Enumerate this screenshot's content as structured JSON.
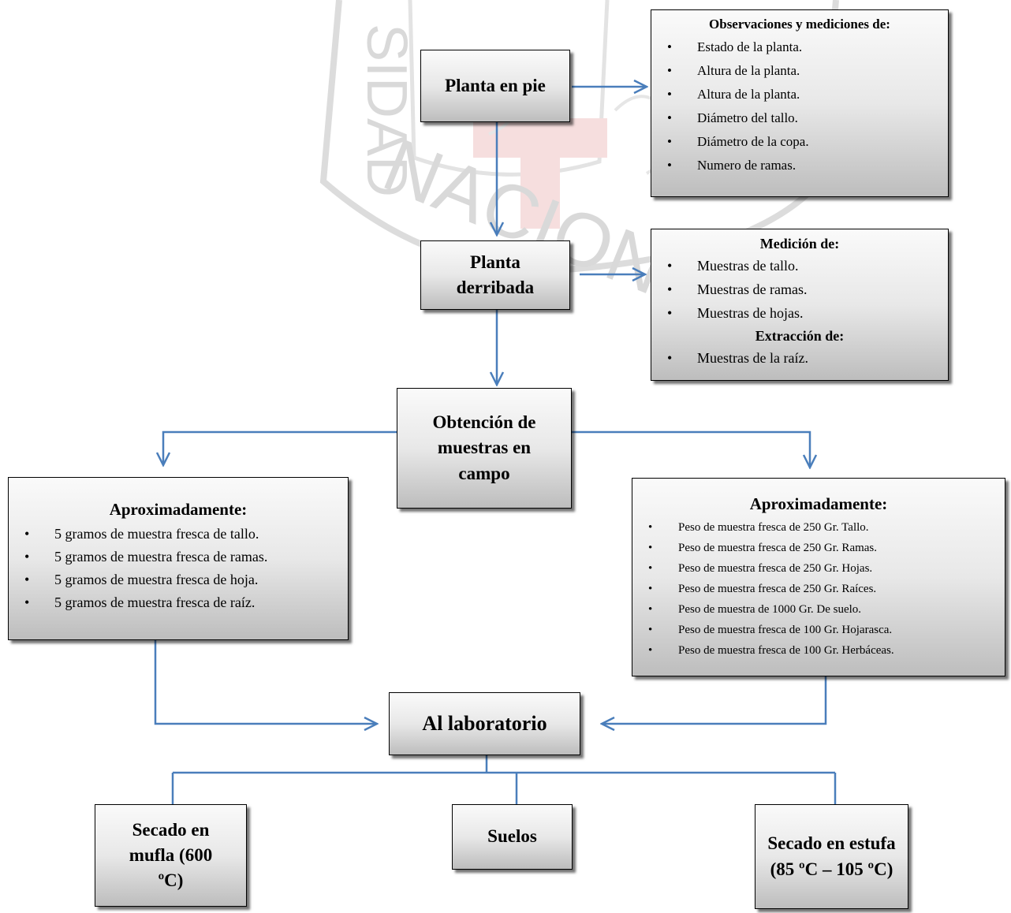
{
  "watermark": {
    "letters_left": "SIDAD",
    "letters_bottom": "NACIONAL"
  },
  "nodes": {
    "planta_en_pie": "Planta en pie",
    "planta_derribada": "Planta derribada",
    "obtencion": "Obtención de muestras en campo",
    "laboratorio": "Al laboratorio",
    "secado_mufla": "Secado en mufla (600 ºC)",
    "suelos": "Suelos",
    "secado_estufa": "Secado en estufa (85 ºC – 105 ºC)"
  },
  "observaciones": {
    "heading": "Observaciones y mediciones de:",
    "items": [
      "Estado de la planta.",
      "Altura de la planta.",
      "Altura de la planta.",
      "Diámetro del tallo.",
      "Diámetro de la copa.",
      "Numero de ramas."
    ]
  },
  "medicion": {
    "heading": "Medición de:",
    "items": [
      "Muestras de tallo.",
      "Muestras de ramas.",
      "Muestras de hojas."
    ],
    "heading2": "Extracción de:",
    "items2": [
      "Muestras de la raíz."
    ]
  },
  "aprox_left": {
    "heading": "Aproximadamente:",
    "items": [
      "5 gramos de muestra fresca de tallo.",
      "5 gramos de muestra fresca de ramas.",
      "5 gramos de muestra fresca de hoja.",
      "5 gramos de muestra fresca de raíz."
    ]
  },
  "aprox_right": {
    "heading": "Aproximadamente:",
    "items": [
      "Peso de muestra fresca de 250 Gr. Tallo.",
      "Peso de muestra fresca de 250 Gr. Ramas.",
      "Peso de muestra fresca de 250 Gr. Hojas.",
      "Peso de muestra fresca de 250 Gr. Raíces.",
      "Peso de muestra de 1000 Gr. De suelo.",
      "Peso de muestra fresca de 100 Gr. Hojarasca.",
      "Peso de muestra fresca de 100 Gr. Herbáceas."
    ]
  },
  "colors": {
    "connector": "#4a7ebb",
    "watermark": "#dcdcdc",
    "box_border": "#000000"
  }
}
